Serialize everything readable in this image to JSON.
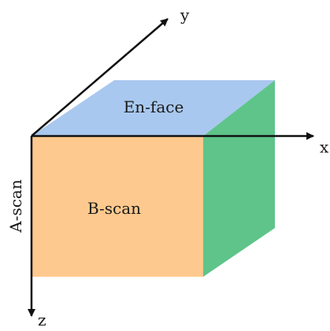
{
  "diagram": {
    "faces": {
      "top": {
        "label": "En-face",
        "color": "#A9C8EF"
      },
      "front": {
        "label": "B-scan",
        "color": "#FEC98E"
      },
      "side": {
        "label": "",
        "color": "#5EC48A"
      }
    },
    "axes": {
      "x": {
        "label": "x"
      },
      "y": {
        "label": "y"
      },
      "z": {
        "label": "z"
      }
    },
    "depth_label": "A-scan",
    "line_color": "#111111"
  }
}
